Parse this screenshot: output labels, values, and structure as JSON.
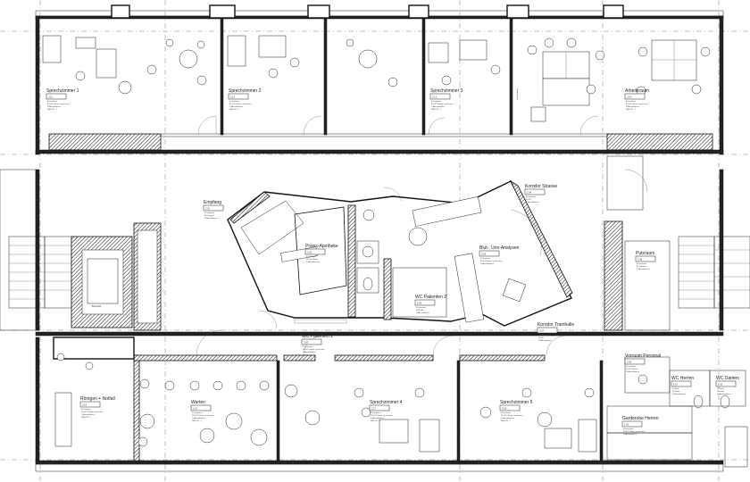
{
  "rooms": [
    {
      "id": "sprechzimmer-1",
      "name": "Sprechzimmer 1",
      "tag": "2.11",
      "lines": [
        "B Linoleum",
        "W GK Platten, gestrichen",
        "D Akustikdecke"
      ],
      "extra": "NRH 95 : 2"
    },
    {
      "id": "sprechzimmer-2",
      "name": "Sprechzimmer 2",
      "tag": "2.12",
      "lines": [
        "B Linoleum",
        "W GK Platten, gestrichen",
        "D Akustikdecke"
      ],
      "extra": "NRH 95 : 2"
    },
    {
      "id": "sprechzimmer-3",
      "name": "Sprechzimmer 3",
      "tag": "2.13",
      "lines": [
        "B Linoleum",
        "W GK Platten, gestrichen",
        "D Akustikdecke"
      ],
      "extra": "NRH 95 : 2"
    },
    {
      "id": "arbeitsraum",
      "name": "Arbeitsraum",
      "tag": "2.14",
      "lines": [
        "B Linoleum",
        "W GK Platten, gestrichen",
        "D Akustikdecke"
      ],
      "extra": "NRH 95 : 2"
    },
    {
      "id": "empfang",
      "name": "Empfang",
      "tag": "2.01",
      "lines": [
        "B Linoleum",
        "W Gipsputz",
        "D Akustikdecke"
      ],
      "extra": ""
    },
    {
      "id": "praxis-apotheke",
      "name": "Praxis-Apotheke",
      "tag": "2.02",
      "lines": [
        "B Linoleum",
        "W GK Platten",
        "D Akustikdecke"
      ],
      "extra": ""
    },
    {
      "id": "blut-urin",
      "name": "Blut-, Urin-Analysen",
      "tag": "2.03",
      "lines": [
        "B Linoleum",
        "W GK Platten, gestrichen",
        "D Akustikdecke"
      ],
      "extra": ""
    },
    {
      "id": "korridor-strasse",
      "name": "Korridor Strasse",
      "tag": "2.04",
      "lines": [
        "B Linoleum",
        "W GK",
        "D Akustikdecke"
      ],
      "extra": ""
    },
    {
      "id": "wc-patienten-2",
      "name": "WC Patienten 2",
      "tag": "2.05",
      "lines": [
        "B Linoleum",
        "W Plättli",
        "D Akustikdecke"
      ],
      "extra": ""
    },
    {
      "id": "wc-patienten-1",
      "name": "WC Patienten 1",
      "tag": "2.06",
      "lines": [
        "B Linoleum",
        "W GK Platten, gestrichen",
        "D Akustikdecke"
      ],
      "extra": ""
    },
    {
      "id": "korridor-tramhalle",
      "name": "Korridor Tramhalle",
      "tag": "2.07",
      "lines": [
        "B Linoleum",
        "W GK",
        "D Akustikdecke"
      ],
      "extra": ""
    },
    {
      "id": "putzraum",
      "name": "Putzraum",
      "tag": "2.08",
      "lines": [
        "B Linoleum",
        "W Gipsputz",
        "D Akustikdecke"
      ],
      "extra": ""
    },
    {
      "id": "roentgen-notfall",
      "name": "Röntgen + Notfall",
      "tag": "2.15",
      "lines": [
        "B Linoleum",
        "W GK Platten, gestrichen",
        "D Akustikdecke"
      ],
      "extra": "NRH 95 : 2"
    },
    {
      "id": "warten",
      "name": "Warten",
      "tag": "2.16",
      "lines": [
        "B Linoleum",
        "W GK Platten, gestrichen",
        "D Akustikdecke"
      ],
      "extra": "NRH 95 : 2"
    },
    {
      "id": "sprechzimmer-4",
      "name": "Sprechzimmer 4",
      "tag": "2.17",
      "lines": [
        "B Linoleum",
        "W GK Platten, gestrichen",
        "D Akustikdecke"
      ],
      "extra": "NRH 95 : 2"
    },
    {
      "id": "sprechzimmer-5",
      "name": "Sprechzimmer 5",
      "tag": "2.18",
      "lines": [
        "B Linoleum",
        "W GK Platten, gestrichen",
        "D Akustikdecke"
      ],
      "extra": "NRH 95 : 2"
    },
    {
      "id": "vorraum-personal",
      "name": "Vorraum Personal",
      "tag": "2.09",
      "lines": [
        "B Linoleum",
        "W GK Platten",
        "D Akustikdecke"
      ],
      "extra": ""
    },
    {
      "id": "wc-herren",
      "name": "WC Herren",
      "tag": "2.10",
      "lines": [
        "B Plättli",
        "W Plättli",
        "D Akustikdecke"
      ],
      "extra": ""
    },
    {
      "id": "wc-damen",
      "name": "WC Damen",
      "tag": "2.19",
      "lines": [
        "B Plättli",
        "W Plättli",
        "D Akustikdecke"
      ],
      "extra": ""
    },
    {
      "id": "garderobe-herren",
      "name": "Garderobe Herren",
      "tag": "2.20",
      "lines": [
        "B Linoleum",
        "W GK Platten, gestrichen",
        "D Akustikdecke"
      ],
      "extra": ""
    }
  ],
  "annotations": {
    "bettenlift": "Bettenlift",
    "fensterdetail": "Fensterdetail"
  }
}
